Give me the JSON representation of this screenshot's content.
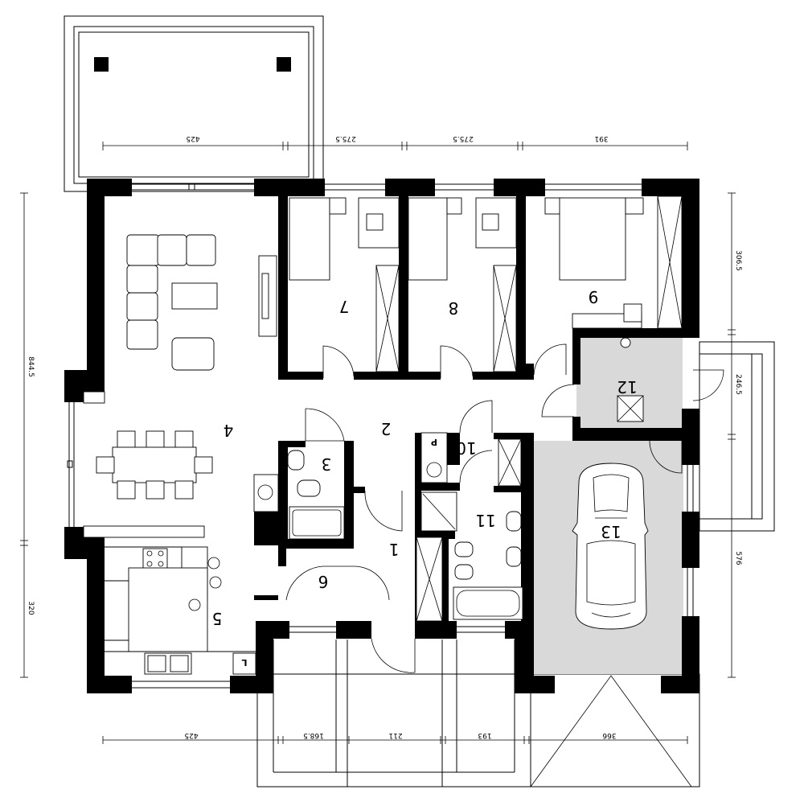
{
  "rooms": [
    {
      "id": "1",
      "label": "1"
    },
    {
      "id": "2",
      "label": "2"
    },
    {
      "id": "3",
      "label": "3"
    },
    {
      "id": "4",
      "label": "4"
    },
    {
      "id": "5",
      "label": "5"
    },
    {
      "id": "6",
      "label": "6"
    },
    {
      "id": "7",
      "label": "7"
    },
    {
      "id": "8",
      "label": "8"
    },
    {
      "id": "9",
      "label": "9"
    },
    {
      "id": "10",
      "label": "10"
    },
    {
      "id": "11",
      "label": "11"
    },
    {
      "id": "12",
      "label": "12"
    },
    {
      "id": "13",
      "label": "13"
    }
  ],
  "fixtures": {
    "pantry_mark": "P",
    "kitchen_mark": "L"
  },
  "dimensions": {
    "top": [
      "425",
      "275.5",
      "275.5",
      "391"
    ],
    "bottom": [
      "425",
      "168.5",
      "211",
      "193",
      "366"
    ],
    "left": [
      "844.5",
      "320"
    ],
    "right": [
      "306.5",
      "246.5",
      "576"
    ]
  },
  "colors": {
    "walls": "#000000",
    "tiled_floor": "#d9d9d9",
    "background": "#ffffff"
  }
}
